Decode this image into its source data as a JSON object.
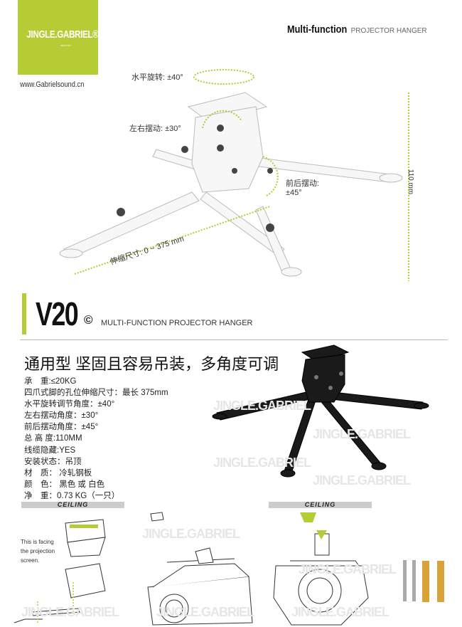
{
  "brand": {
    "logo": "JINGLE.GABRIEL®",
    "logo_sub": "INDUSTRY",
    "url": "www.Gabrielsound.cn",
    "accent": "#b5cc34"
  },
  "header": {
    "bold": "Multi-function",
    "rest": "PROJECTOR HANGER"
  },
  "annotations": {
    "rotate": "水平旋转: ±40°",
    "tilt_lr": "左右摆动: ±30°",
    "tilt_fb": "前后摆动:",
    "tilt_fb_val": "±45°",
    "extend": "伸缩尺寸: 0 ~ 375 mm",
    "height": "110 mm"
  },
  "model": {
    "name": "V20",
    "mark": "©",
    "subtitle": "MULTI-FUNCTION PROJECTOR HANGER"
  },
  "headline": "通用型 坚固且容易吊装，多角度可调",
  "specs": [
    "承　重:≤20KG",
    "四爪式脚的孔位伸缩尺寸：最长 375mm",
    "水平旋转调节角度：±40°",
    "左右摆动角度：±30°",
    "前后摆动角度：±45°",
    "总 高 度:110MM",
    "线缆隐藏:YES",
    "安装状态：吊顶",
    "材　质：  冷轧钢板",
    "颜　色：  黑色 或 白色",
    "净　重：0.73 KG（一只）"
  ],
  "install": {
    "ceiling1": "CEILING",
    "ceiling2": "CEILING",
    "facing_note": [
      "This is facing",
      "the projection",
      "screen."
    ]
  },
  "watermark": "JINGLE.GABRIEL"
}
